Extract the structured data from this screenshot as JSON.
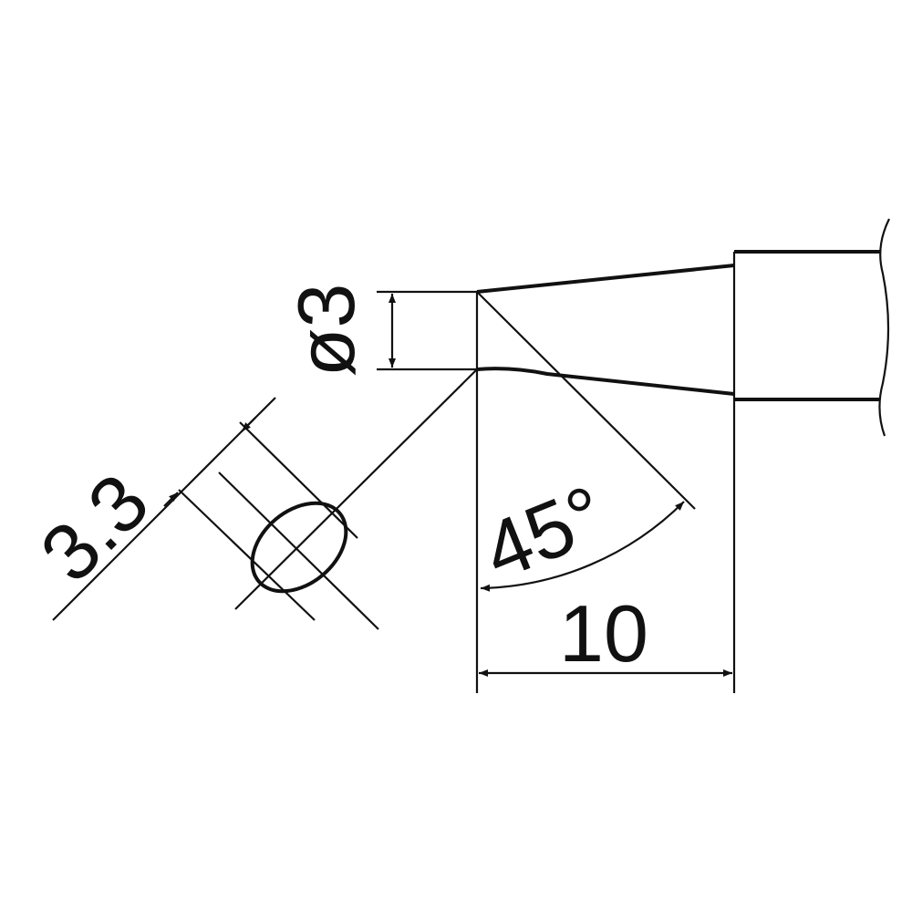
{
  "diagram": {
    "labels": {
      "diameter": "ø3",
      "cross_section_width": "3.3",
      "bevel_angle": "45°",
      "length": "10"
    },
    "line_color": "#111111",
    "background": "#ffffff"
  }
}
